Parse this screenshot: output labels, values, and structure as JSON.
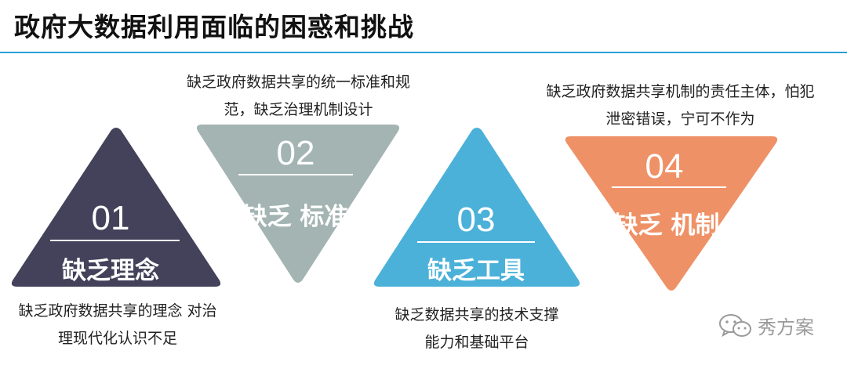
{
  "title": "政府大数据利用面临的困惑和挑战",
  "accent_color": "#2a9fd8",
  "items": [
    {
      "number": "01",
      "label": "缺乏理念",
      "desc_lines": [
        "缺乏政府数据共享的理念 对治",
        "理现代化认识不足"
      ],
      "color": "#43425a"
    },
    {
      "number": "02",
      "label": "缺乏 标准",
      "desc_lines": [
        "缺乏政府数据共享的统一标准和规",
        "范，缺乏治理机制设计"
      ],
      "color": "#a3b4b2"
    },
    {
      "number": "03",
      "label": "缺乏工具",
      "desc_lines": [
        "缺乏数据共享的技术支撑",
        "能力和基础平台"
      ],
      "color": "#4bb1d9"
    },
    {
      "number": "04",
      "label": "缺乏 机制",
      "desc_lines": [
        "缺乏政府数据共享机制的责任主体，怕犯",
        "泄密错误，宁可不作为"
      ],
      "color": "#ef9167"
    }
  ],
  "watermark": {
    "icon": "wechat-icon",
    "text": "秀方案"
  }
}
